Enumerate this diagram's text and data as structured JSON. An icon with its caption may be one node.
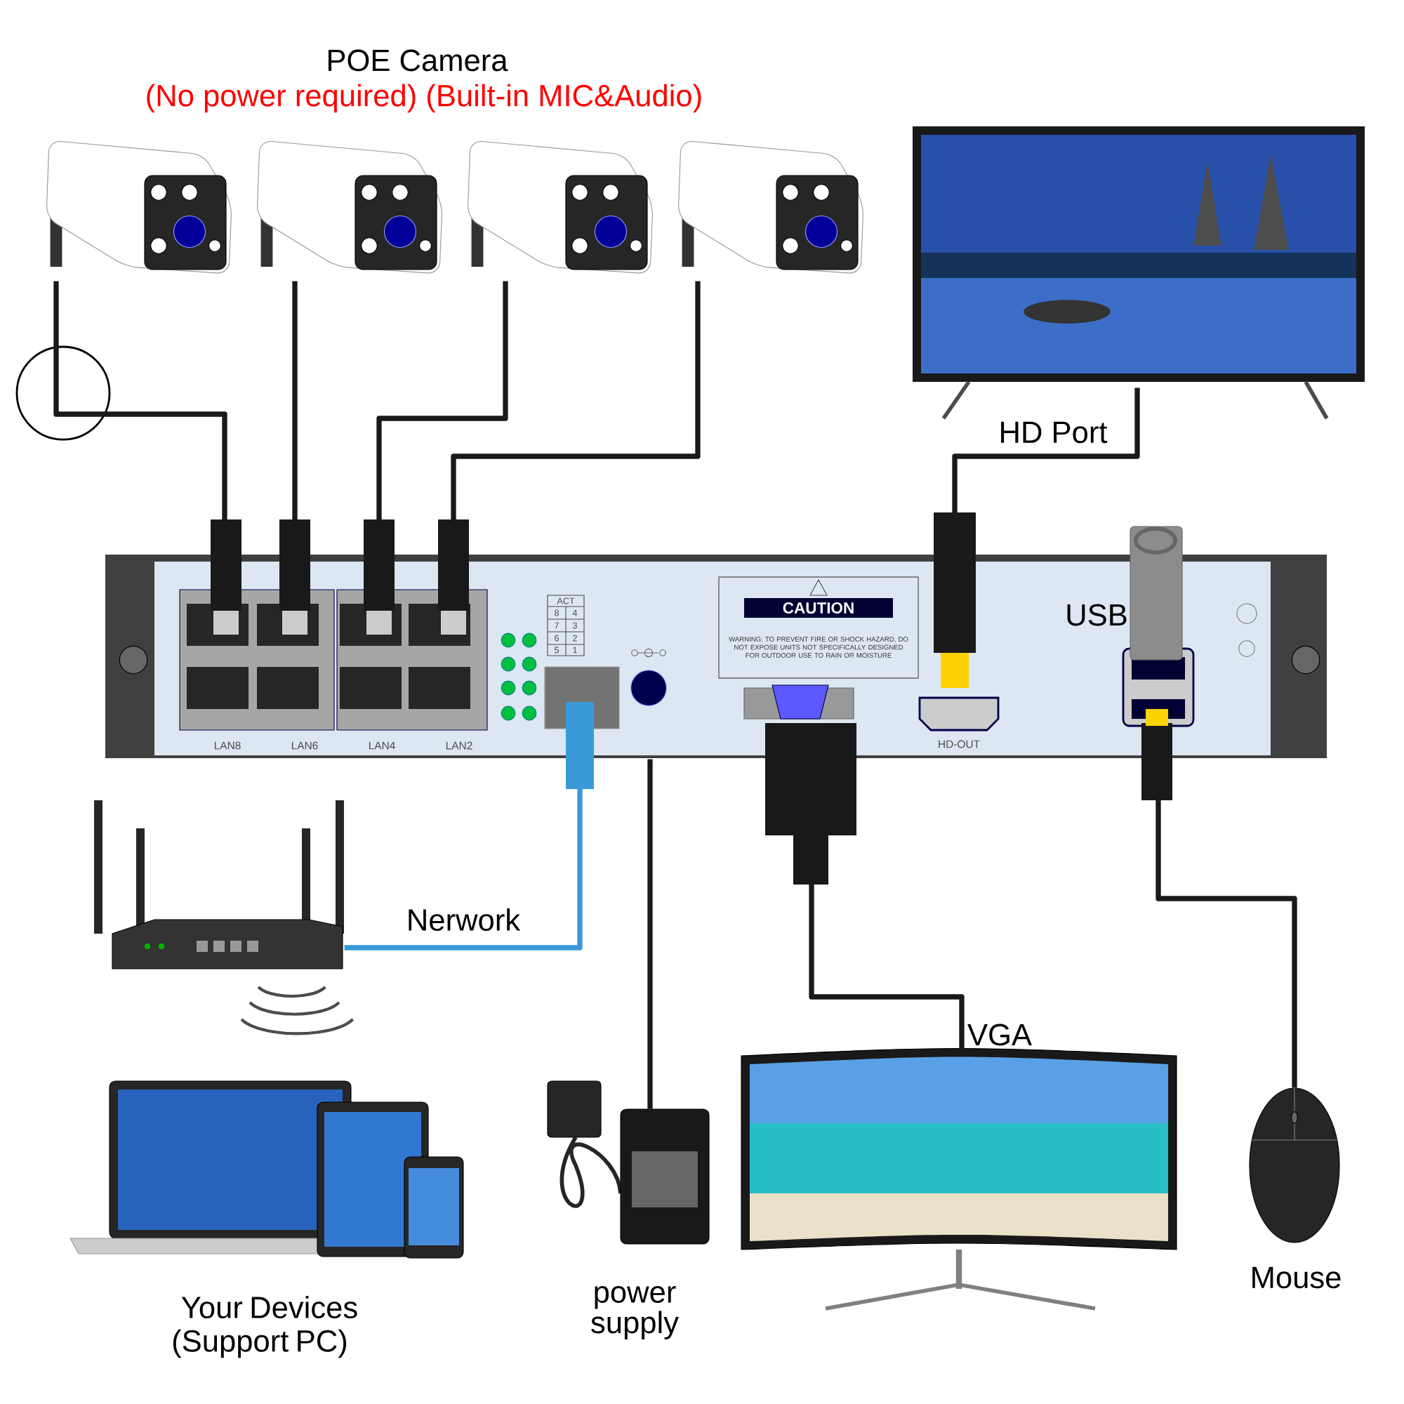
{
  "diagram": {
    "nodes": [
      {
        "text": [],
        "shape": "picture"
      },
      {
        "text": [],
        "shape": "picture"
      },
      {
        "text": [],
        "shape": "picture"
      },
      {
        "text": [],
        "shape": "picture"
      },
      {
        "text": [],
        "shape": "picture"
      },
      {
        "text": [],
        "shape": "picture"
      },
      {
        "text": [],
        "shape": "picture"
      },
      {
        "text": [],
        "shape": "picture",
        "beside": [
          "Your Devices",
          "(Support PC)"
        ]
      },
      {
        "text": [],
        "shape": "picture",
        "beside": [
          "power supply"
        ]
      },
      {
        "text": [],
        "shape": "picture"
      },
      {
        "text": [],
        "shape": "picture",
        "beside": [
          "Mouse"
        ]
      }
    ],
    "edges": [
      {
        "from": 0,
        "to": 4,
        "arrow": "none"
      },
      {
        "from": 1,
        "to": 4,
        "arrow": "none"
      },
      {
        "from": 2,
        "to": 4,
        "arrow": "none"
      },
      {
        "from": 3,
        "to": 4,
        "arrow": "none"
      },
      {
        "from": 4,
        "to": 5,
        "arrow": "none",
        "label": "HD Port"
      },
      {
        "from": 4,
        "to": 6,
        "arrow": "none",
        "label": "Nerwork",
        "color": "#3a9ad9"
      },
      {
        "from": 4,
        "to": 8,
        "arrow": "none"
      },
      {
        "from": 4,
        "to": 9,
        "arrow": "none",
        "label": "VGA"
      },
      {
        "from": 4,
        "to": 10,
        "arrow": "none"
      }
    ],
    "labels": [
      "POE Camera",
      "(No power required) (Built-in MIC&Audio)",
      "LAN8",
      "LAN6",
      "LAN4",
      "LAN2",
      "ACT",
      "8",
      "4",
      "7",
      "3",
      "6",
      "2",
      "5",
      "1",
      "CAUTION",
      "WARNING: TO PREVENT FIRE OR SHOCK HAZARD, DO NOT EXPOSE UNITS NOT SPECIFICALLY DESIGNED FOR OUTDOOR USE TO RAIN OR MOISTURE",
      "HD-OUT",
      "USB"
    ]
  }
}
